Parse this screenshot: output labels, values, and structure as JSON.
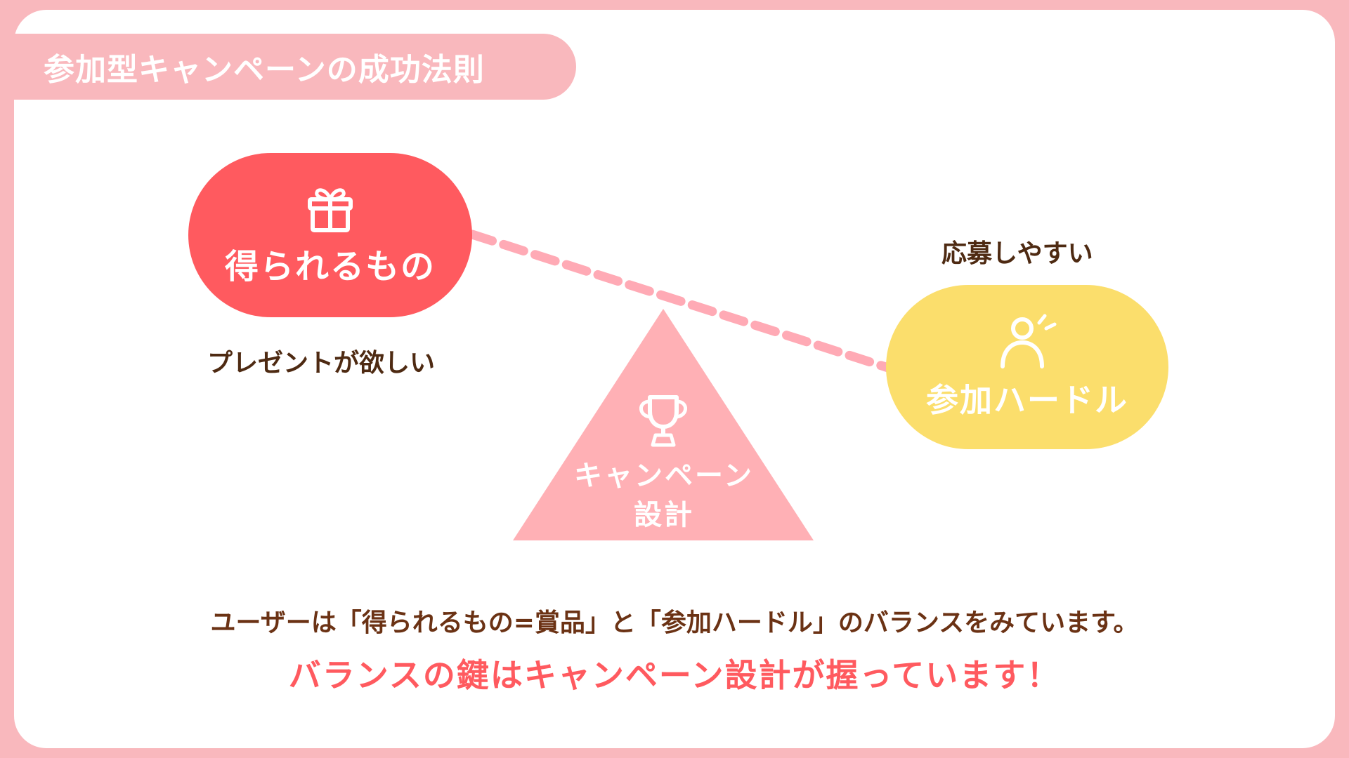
{
  "title": "参加型キャンペーンの成功法則",
  "left_pill": {
    "label": "得られるもの",
    "caption": "プレゼントが欲しい"
  },
  "right_pill": {
    "label": "参加ハードル",
    "caption": "応募しやすい"
  },
  "triangle": {
    "line1": "キャンペーン",
    "line2": "設計"
  },
  "bottom": {
    "line1": "ユーザーは「得られるもの=賞品」と「参加ハードル」のバランスをみています。",
    "line2": "バランスの鍵はキャンペーン設計が握っています！"
  },
  "colors": {
    "frame": "#f9b8bd",
    "red": "#ff5a5f",
    "yellow": "#fbde6c",
    "triangle": "#ffb0b5",
    "dashed_line": "#ffaab5",
    "caption_text": "#4e2a12",
    "bottom_text": "#6b3214"
  },
  "icons": {
    "left": "gift-icon",
    "right": "person-icon",
    "triangle": "trophy-icon"
  }
}
